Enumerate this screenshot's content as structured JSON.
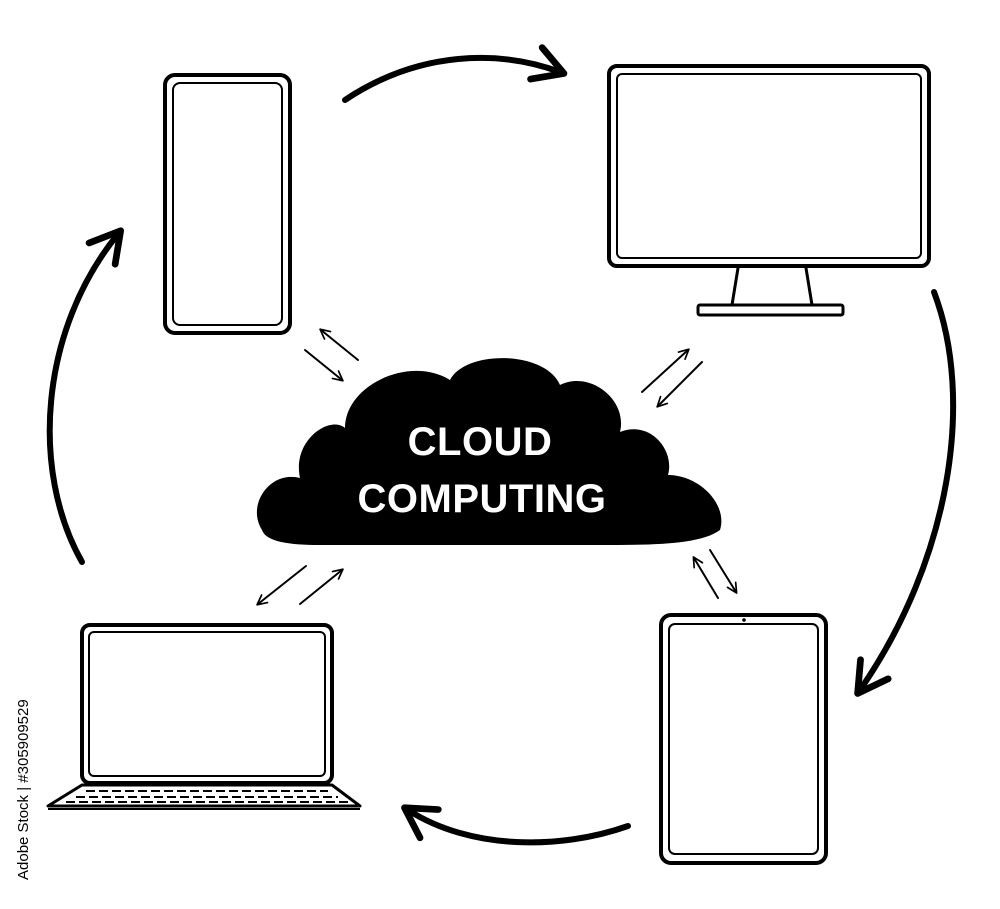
{
  "diagram": {
    "center_label_line1": "CLOUD",
    "center_label_line2": "COMPUTING",
    "devices": [
      "smartphone",
      "desktop-monitor",
      "tablet",
      "laptop"
    ],
    "cycle_direction": "clockwise",
    "colors": {
      "ink": "#000000",
      "background": "#ffffff",
      "cloud_text": "#ffffff"
    }
  },
  "watermark": {
    "side_text": "Adobe Stock | #305909529"
  }
}
